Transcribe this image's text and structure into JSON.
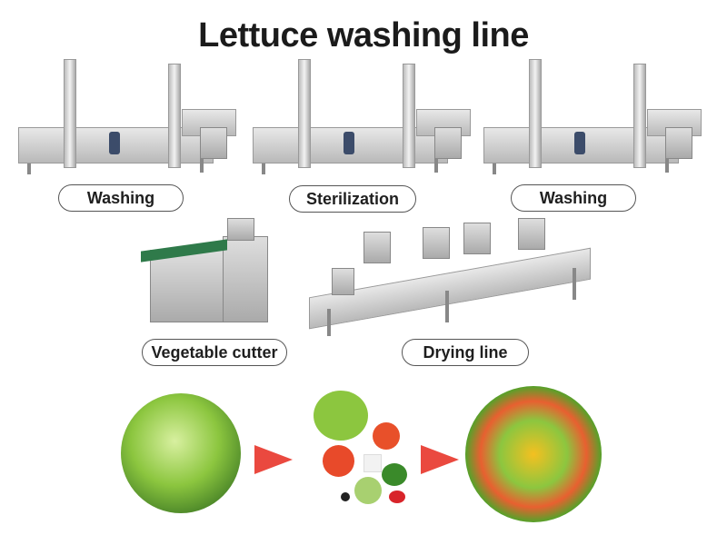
{
  "title": "Lettuce washing line",
  "stages": {
    "washing_1": "Washing",
    "sterilization": "Sterilization",
    "washing_2": "Washing",
    "vegetable_cutter": "Vegetable cutter",
    "drying_line": "Drying line"
  },
  "colors": {
    "arrow": "#e8352a",
    "lettuce": "#7cbf3a",
    "bowl": "#333333"
  }
}
